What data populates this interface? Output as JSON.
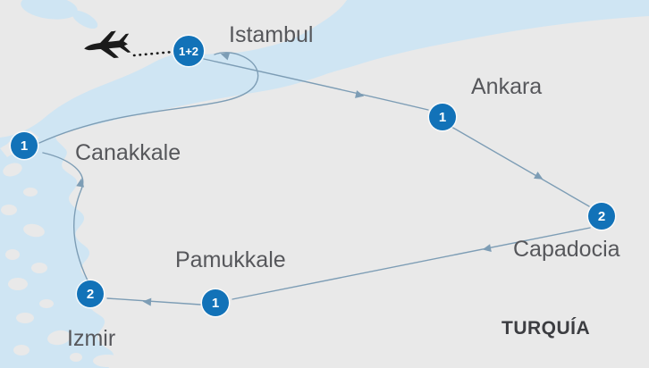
{
  "country_label": "TURQUÍA",
  "stops": [
    {
      "name": "Istambul",
      "nights": "1+2"
    },
    {
      "name": "Ankara",
      "nights": "1"
    },
    {
      "name": "Capadocia",
      "nights": "2"
    },
    {
      "name": "Pamukkale",
      "nights": "1"
    },
    {
      "name": "Izmir",
      "nights": "2"
    },
    {
      "name": "Canakkale",
      "nights": "1"
    }
  ],
  "colors": {
    "sea": "#cfe5f3",
    "land": "#e9e9e9",
    "route": "#7d9db5",
    "badge": "#1272b8",
    "badge_text": "#ffffff",
    "city_label": "#56575b",
    "country_label": "#3c3d41",
    "plane": "#1b1b1b"
  }
}
